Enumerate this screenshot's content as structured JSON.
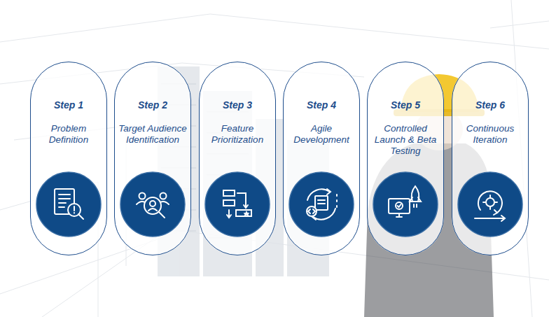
{
  "diagram": {
    "nodes": [
      {
        "text": [
          "Step 1",
          "Problem Definition"
        ]
      },
      {
        "text": [
          "Step 2",
          "Target Audience Identification"
        ]
      },
      {
        "text": [
          "Step 3",
          "Feature Prioritization"
        ]
      },
      {
        "text": [
          "Step 4",
          "Agile Development"
        ]
      },
      {
        "text": [
          "Step 5",
          "Controlled Launch & Beta Testing"
        ]
      },
      {
        "text": [
          "Step 6",
          "Continuous Iteration"
        ]
      }
    ]
  }
}
